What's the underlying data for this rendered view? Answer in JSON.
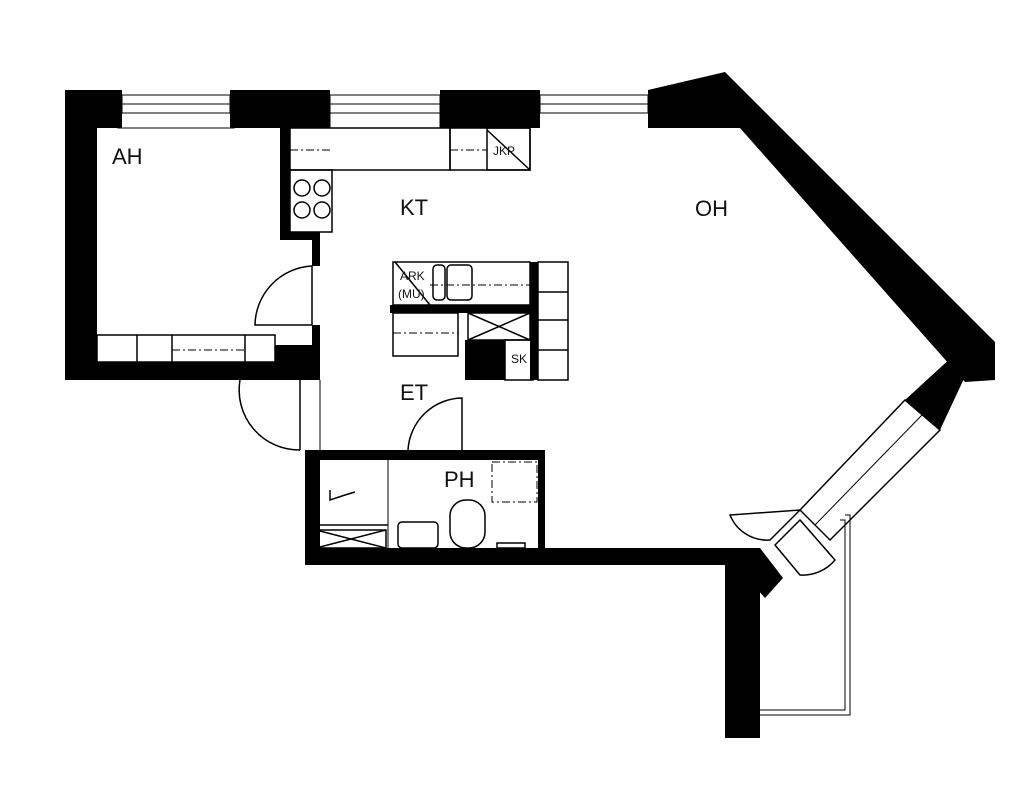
{
  "rooms": {
    "living": "OH",
    "kitchen": "KT",
    "bedroom": "AH",
    "hall": "ET",
    "bathroom": "PH"
  },
  "fixtures": {
    "fridge_freezer": "JKP",
    "dish_cabinet": "ARK",
    "dishwasher": "(MU)",
    "closet": "SK"
  }
}
